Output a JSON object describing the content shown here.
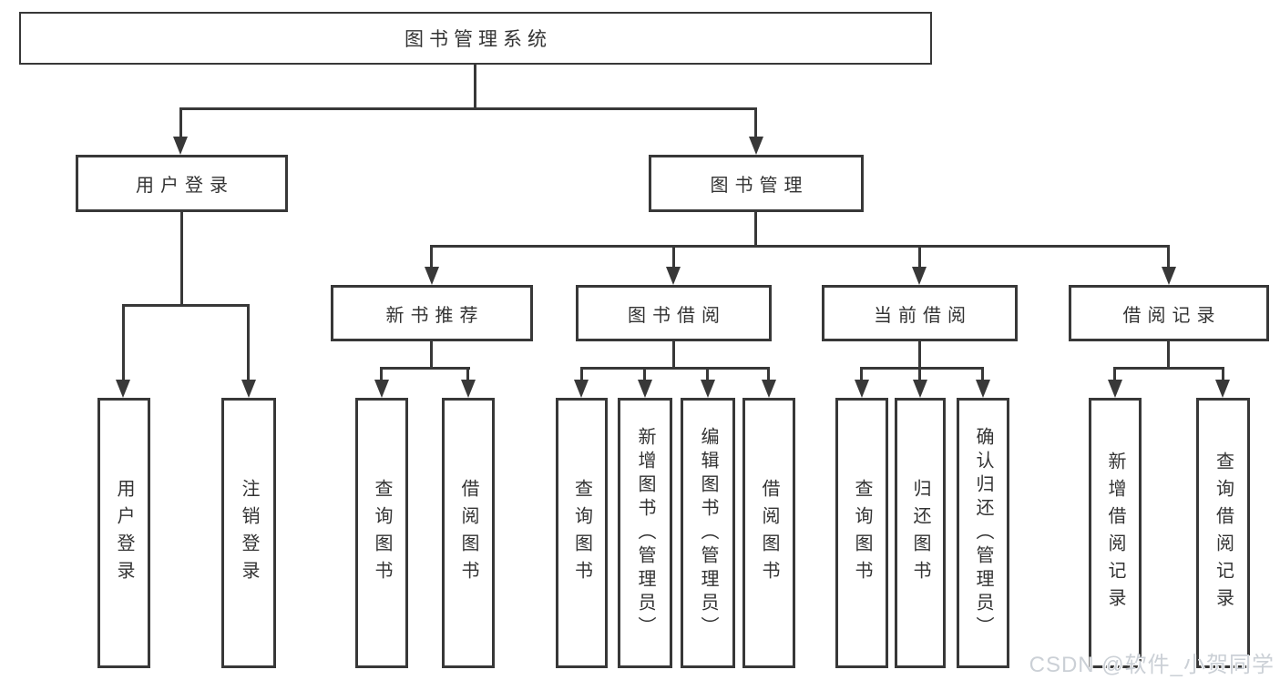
{
  "diagram_type": "hierarchy-tree",
  "colors": {
    "line": "#383838",
    "box_border": "#383838",
    "text": "#333333",
    "background": "#ffffff",
    "watermark": "#cbd0d6"
  },
  "tree": {
    "root": "图书管理系统",
    "user_login": {
      "label": "用户登录",
      "children": [
        {
          "label": "用户登录"
        },
        {
          "label": "注销登录"
        }
      ]
    },
    "book_management": {
      "label": "图书管理",
      "children": [
        {
          "label": "新书推荐",
          "children": [
            {
              "label": "查询图书"
            },
            {
              "label": "借阅图书"
            }
          ]
        },
        {
          "label": "图书借阅",
          "children": [
            {
              "label": "查询图书"
            },
            {
              "label": "新增图书（管理员）"
            },
            {
              "label": "编辑图书（管理员）"
            },
            {
              "label": "借阅图书"
            }
          ]
        },
        {
          "label": "当前借阅",
          "children": [
            {
              "label": "查询图书"
            },
            {
              "label": "归还图书"
            },
            {
              "label": "确认归还（管理员）"
            }
          ]
        },
        {
          "label": "借阅记录",
          "children": [
            {
              "label": "新增借阅记录"
            },
            {
              "label": "查询借阅记录"
            }
          ]
        }
      ]
    }
  },
  "watermark": {
    "text": "CSDN @软件_小贺同学"
  }
}
